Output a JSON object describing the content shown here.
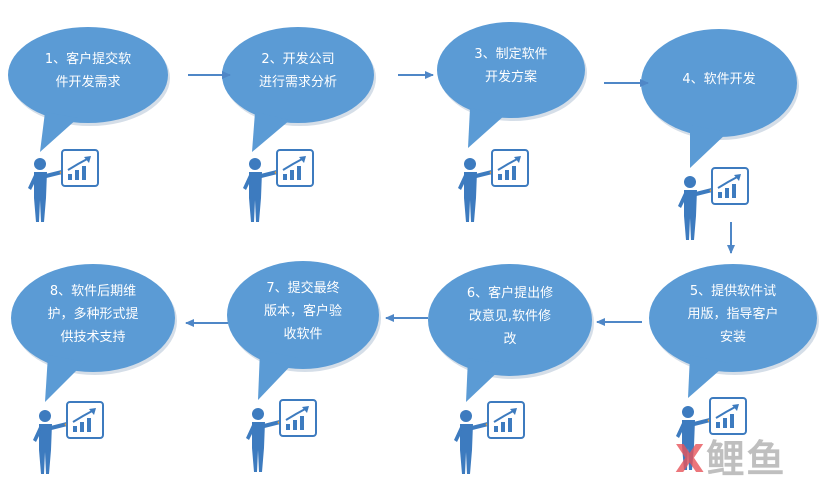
{
  "steps": [
    {
      "lines": [
        "1、客户提交软",
        "件开发需求"
      ]
    },
    {
      "lines": [
        "2、开发公司",
        "进行需求分析"
      ]
    },
    {
      "lines": [
        "3、制定软件",
        "开发方案"
      ]
    },
    {
      "lines": [
        "4、软件开发"
      ]
    },
    {
      "lines": [
        "5、提供软件试",
        "用版，指导客户",
        "安装"
      ]
    },
    {
      "lines": [
        "6、客户提出修",
        "改意见,软件修",
        "改"
      ]
    },
    {
      "lines": [
        "7、提交最终",
        "版本，客户验",
        "收软件"
      ]
    },
    {
      "lines": [
        "8、软件后期维",
        "护，多种形式提",
        "供技术支持"
      ]
    }
  ],
  "watermark": {
    "part1": "X",
    "part2": "鲤鱼"
  },
  "colors": {
    "bubble": "#5b9bd5",
    "bubble_shadow": "#b9c8d8",
    "arrow": "#4f87c7",
    "figure": "#3d7bbf",
    "board_border": "#3d7bbf"
  }
}
